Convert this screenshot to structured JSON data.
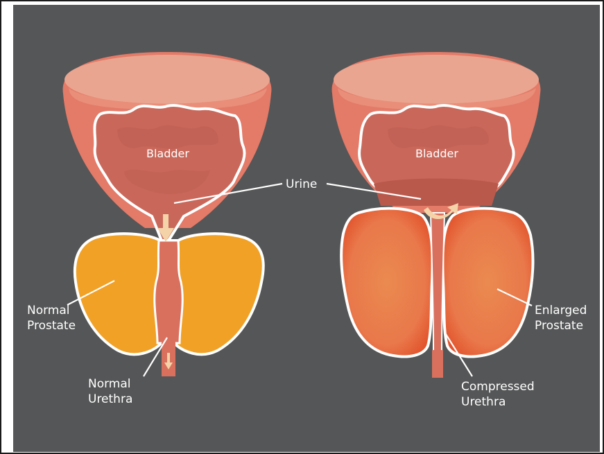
{
  "labels": {
    "bladder_left": "Bladder",
    "bladder_right": "Bladder",
    "urine": "Urine",
    "normal_prostate_line1": "Normal",
    "normal_prostate_line2": "Prostate",
    "normal_urethra_line1": "Normal",
    "normal_urethra_line2": "Urethra",
    "enlarged_prostate_line1": "Enlarged",
    "enlarged_prostate_line2": "Prostate",
    "compressed_urethra_line1": "Compressed",
    "compressed_urethra_line2": "Urethra"
  },
  "colors": {
    "background": "#555657",
    "bladder_outer": "#e47a68",
    "bladder_rim": "#eaa590",
    "bladder_inner": "#c9685a",
    "normal_prostate": "#f0a126",
    "enlarged_prostate": "#e85f32",
    "enlarged_prostate_core": "#e9824a",
    "urethra": "#d9705e",
    "flow_arrow": "#f5d3a8",
    "outline": "#ffffff"
  }
}
